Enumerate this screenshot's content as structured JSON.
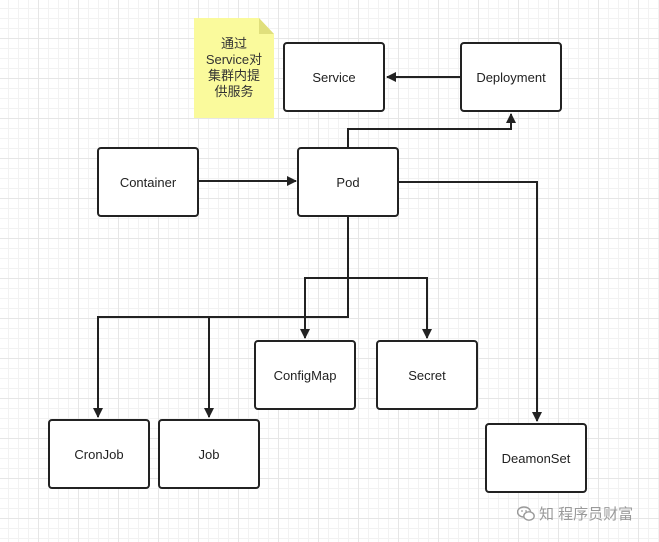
{
  "diagram": {
    "nodes": {
      "service": "Service",
      "deployment": "Deployment",
      "container": "Container",
      "pod": "Pod",
      "configmap": "ConfigMap",
      "secret": "Secret",
      "cronjob": "CronJob",
      "job": "Job",
      "daemonset": "DeamonSet"
    },
    "note": {
      "text": "通过\nService对\n集群内提\n供服务",
      "color": "#fafa9c"
    },
    "edges": [
      {
        "from": "deployment",
        "to": "service"
      },
      {
        "from": "pod",
        "to": "deployment"
      },
      {
        "from": "container",
        "to": "pod"
      },
      {
        "from": "pod",
        "to": "configmap"
      },
      {
        "from": "pod",
        "to": "secret"
      },
      {
        "from": "pod",
        "to": "cronjob"
      },
      {
        "from": "pod",
        "to": "job"
      },
      {
        "from": "pod",
        "to": "daemonset"
      }
    ]
  },
  "watermark": {
    "text": "知 程序员财富",
    "icon": "wechat-icon"
  }
}
